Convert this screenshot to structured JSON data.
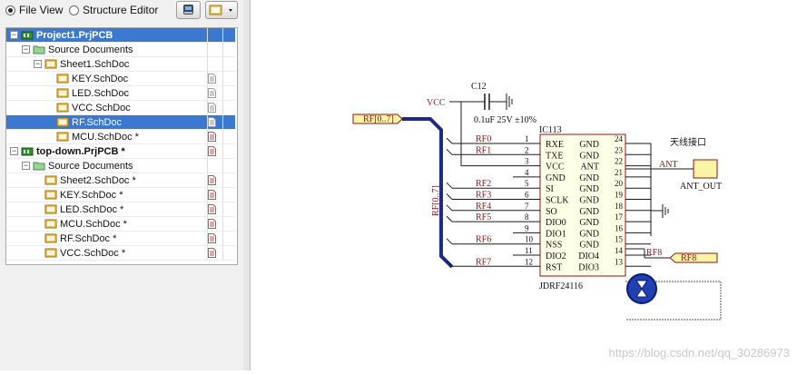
{
  "view_options": {
    "file_view": "File View",
    "structure_editor": "Structure Editor",
    "selected": "file_view"
  },
  "tree": [
    {
      "label": "Project1.PrjPCB",
      "level": 0,
      "type": "project",
      "expanded": true,
      "selected": true
    },
    {
      "label": "Source Documents",
      "level": 1,
      "type": "folder",
      "expanded": true
    },
    {
      "label": "Sheet1.SchDoc",
      "level": 2,
      "type": "sheet",
      "expanded": true
    },
    {
      "label": "KEY.SchDoc",
      "level": 3,
      "type": "sheet",
      "doc": "grey"
    },
    {
      "label": "LED.SchDoc",
      "level": 3,
      "type": "sheet",
      "doc": "grey"
    },
    {
      "label": "VCC.SchDoc",
      "level": 3,
      "type": "sheet",
      "doc": "grey"
    },
    {
      "label": "RF.SchDoc",
      "level": 3,
      "type": "sheet",
      "doc": "grey",
      "highlight": true
    },
    {
      "label": "MCU.SchDoc *",
      "level": 3,
      "type": "sheet",
      "doc": "red"
    },
    {
      "label": "top-down.PrjPCB *",
      "level": 0,
      "type": "project",
      "expanded": true,
      "doc": "red"
    },
    {
      "label": "Source Documents",
      "level": 1,
      "type": "folder",
      "expanded": true
    },
    {
      "label": "Sheet2.SchDoc *",
      "level": 2,
      "type": "sheet",
      "doc": "red"
    },
    {
      "label": "KEY.SchDoc *",
      "level": 2,
      "type": "sheet",
      "doc": "red"
    },
    {
      "label": "LED.SchDoc *",
      "level": 2,
      "type": "sheet",
      "doc": "red"
    },
    {
      "label": "MCU.SchDoc *",
      "level": 2,
      "type": "sheet",
      "doc": "red"
    },
    {
      "label": "RF.SchDoc *",
      "level": 2,
      "type": "sheet",
      "doc": "red"
    },
    {
      "label": "VCC.SchDoc *",
      "level": 2,
      "type": "sheet",
      "doc": "red"
    }
  ],
  "schematic": {
    "vcc": "VCC",
    "cap_ref": "C12",
    "cap_value": "0.1uF 25V ±10%",
    "port_rf": "RF[0..7]",
    "bus_label": "RF[0..7]",
    "ic_ref": "IC113",
    "ic_part": "JDRF24116",
    "antenna_title": "天线接口",
    "ant_net": "ANT",
    "ant_out": "ANT_OUT",
    "rf8_net": "RF8",
    "rf8_port": "RF8",
    "left_pins": [
      {
        "num": "1",
        "name": "RXE",
        "net": "RF0"
      },
      {
        "num": "2",
        "name": "TXE",
        "net": "RF1"
      },
      {
        "num": "3",
        "name": "VCC",
        "net": ""
      },
      {
        "num": "4",
        "name": "GND",
        "net": ""
      },
      {
        "num": "5",
        "name": "SI",
        "net": "RF2"
      },
      {
        "num": "6",
        "name": "SCLK",
        "net": "RF3"
      },
      {
        "num": "7",
        "name": "SO",
        "net": "RF4"
      },
      {
        "num": "8",
        "name": "DIO0",
        "net": "RF5"
      },
      {
        "num": "9",
        "name": "DIO1",
        "net": ""
      },
      {
        "num": "10",
        "name": "NSS",
        "net": "RF6"
      },
      {
        "num": "11",
        "name": "DIO2",
        "net": ""
      },
      {
        "num": "12",
        "name": "RST",
        "net": "RF7"
      }
    ],
    "right_pins": [
      {
        "num": "24",
        "name": "GND"
      },
      {
        "num": "23",
        "name": "GND"
      },
      {
        "num": "22",
        "name": "ANT"
      },
      {
        "num": "21",
        "name": "GND"
      },
      {
        "num": "20",
        "name": "GND"
      },
      {
        "num": "19",
        "name": "GND"
      },
      {
        "num": "18",
        "name": "GND"
      },
      {
        "num": "17",
        "name": "GND"
      },
      {
        "num": "16",
        "name": "GND"
      },
      {
        "num": "15",
        "name": "GND"
      },
      {
        "num": "14",
        "name": "DIO4"
      },
      {
        "num": "13",
        "name": "DIO3"
      }
    ]
  },
  "watermark": "https://blog.csdn.net/qq_30286973",
  "colors": {
    "selection": "#3b79d1",
    "wire": "#1a1a1a",
    "bus": "#1c2a8a",
    "net_label": "#8a1a1a",
    "port_fill": "#fff3a6",
    "port_stroke": "#8a1a1a",
    "busy_icon": "#1f3fb3"
  }
}
